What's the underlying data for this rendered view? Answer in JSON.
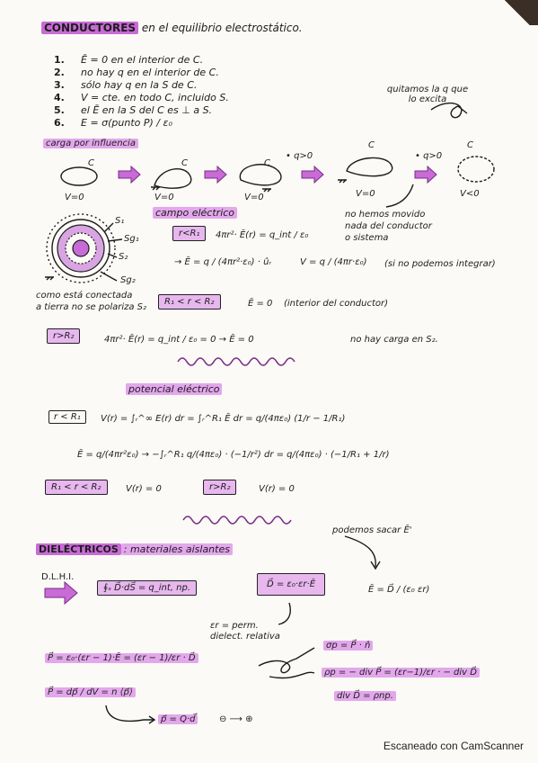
{
  "title": "CONDUCTORES",
  "title_rest": "en el equilibrio electrostático.",
  "list": [
    {
      "n": "1.",
      "t": "Ē = 0  en el interior de C."
    },
    {
      "n": "2.",
      "t": "no hay  q  en el interior de C."
    },
    {
      "n": "3.",
      "t": "sólo hay q en la  S de C."
    },
    {
      "n": "4.",
      "t": "V = cte.  en todo C, incluido S."
    },
    {
      "n": "5.",
      "t": "el Ē en la S del C es ⊥ a S."
    },
    {
      "n": "6.",
      "t": "E = σ(punto P) / ε₀"
    }
  ],
  "note_top": "quitamos la q que lo excita",
  "carga_influencia": "carga por influencia",
  "q_labels": {
    "q1": "• q>0",
    "q2": "• q>0"
  },
  "c_label": "C",
  "v_labels": [
    "V=0",
    "V=0",
    "V=0",
    "V=0",
    "V<0"
  ],
  "note_right": [
    "no hemos movido",
    "nada del conductor",
    "o sistema"
  ],
  "campo_electrico": "campo eléctrico",
  "s_labels": {
    "s1": "S₁",
    "sg1": "Sg₁",
    "s2": "S₂",
    "sg2": "Sg₂"
  },
  "field": {
    "case1_box": "r<R₁",
    "case1_eq": "4πr²· Ē(r) = q_int / ε₀",
    "case1_res": "→ Ē = q / (4πr²·ε₀) · ûᵣ",
    "case1_v": "V = q / (4πr·ε₀)",
    "case1_note": "(si no podemos integrar)",
    "conectada": [
      "como está conectada",
      "a tierra no se polariza S₂"
    ],
    "case2_box": "R₁ < r < R₂",
    "case2_eq": "Ē = 0",
    "case2_note": "(interior del conductor)",
    "case3_box": "r>R₂",
    "case3_eq": "4πr²· Ē(r) = q_int / ε₀ = 0  →  Ē = 0",
    "case3_note": "no hay carga en S₂."
  },
  "potencial": {
    "title": "potencial eléctrico",
    "case1_box": "r < R₁",
    "v_eq": "V(r) = ∫ᵣ^∞ E(r) dr = ∫ᵣ^R₁ Ē dr = q/(4πε₀) (1/r − 1/R₁)",
    "e_eq": "Ē = q/(4πr²ε₀)  →  −∫ᵣ^R₁ q/(4πε₀) · (−1/r²) dr = q/(4πε₀) · (−1/R₁ + 1/r)",
    "case2_box": "R₁ < r < R₂",
    "case2_eq": "V(r) = 0",
    "case3_box": "r>R₂",
    "case3_eq": "V(r) = 0"
  },
  "dielectricos": {
    "title": "DIELÉCTRICOS",
    "subtitle": ": materiales aislantes",
    "note": "podemos sacar Ē'",
    "dlhi": "D.L.H.I.",
    "gauss": "∮ₛ D⃗·dS⃗ = q_int, np.",
    "d_eq": "D⃗ = ε₀·εr·Ē",
    "e_ratio": "Ē = D⃗ / (ε₀ εr)",
    "er_note": [
      "εr = perm.",
      "dielect. relativa"
    ],
    "p_eq": "P⃗ = ε₀·(εr − 1)·Ē = (εr − 1)/εr · D⃗",
    "sigma": "σp = P⃗ · n̂",
    "rho_p": "ρp = − div P⃗ = (εr−1)/εr · − div D⃗",
    "div_d": "div D⃗ = ρnp.",
    "p_moment": "P⃗ = dp⃗ / dV = n ⟨p⃗⟩",
    "p_dip": "p⃗ = Q·d⃗",
    "dip_signs": "⊖ ⟶ ⊕"
  },
  "footer": "Escaneado con CamScanner"
}
